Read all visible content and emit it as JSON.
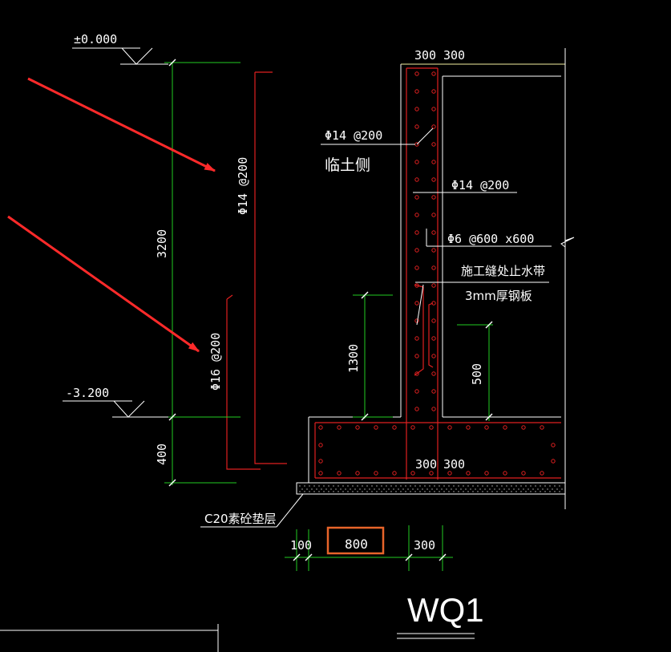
{
  "labels": {
    "elev_top": "±0.000",
    "elev_bottom": "-3.200",
    "dim_wall_height": "3200",
    "dim_base_height": "400",
    "dim_top_left": "300",
    "dim_top_right": "300",
    "dim_base_left": "300",
    "dim_base_right": "300",
    "dim_joint": "1300",
    "dim_inner": "500",
    "dim_pad": "100",
    "dim_toe": "800",
    "dim_heel": "300",
    "rebar_soil_side": "Φ14 @200",
    "rebar_soil_side_note": "临土侧",
    "rebar_inner": "Φ14 @200",
    "rebar_tie": "Φ6 @600 x600",
    "waterstop_title": "施工缝处止水带",
    "waterstop_note": "3mm厚钢板",
    "rebar_vert_upper": "Φ14 @200",
    "rebar_vert_lower": "Φ16 @200",
    "bedding": "C20素砼垫层",
    "title": "WQ1"
  },
  "colors": {
    "background": "#000000",
    "line": "#ffffff",
    "rebar": "#e02020",
    "dimension": "#22cc22",
    "arrow": "#ff2a2a",
    "highlight_box": "#e8642a",
    "elevation_line": "#f4f0a0"
  }
}
